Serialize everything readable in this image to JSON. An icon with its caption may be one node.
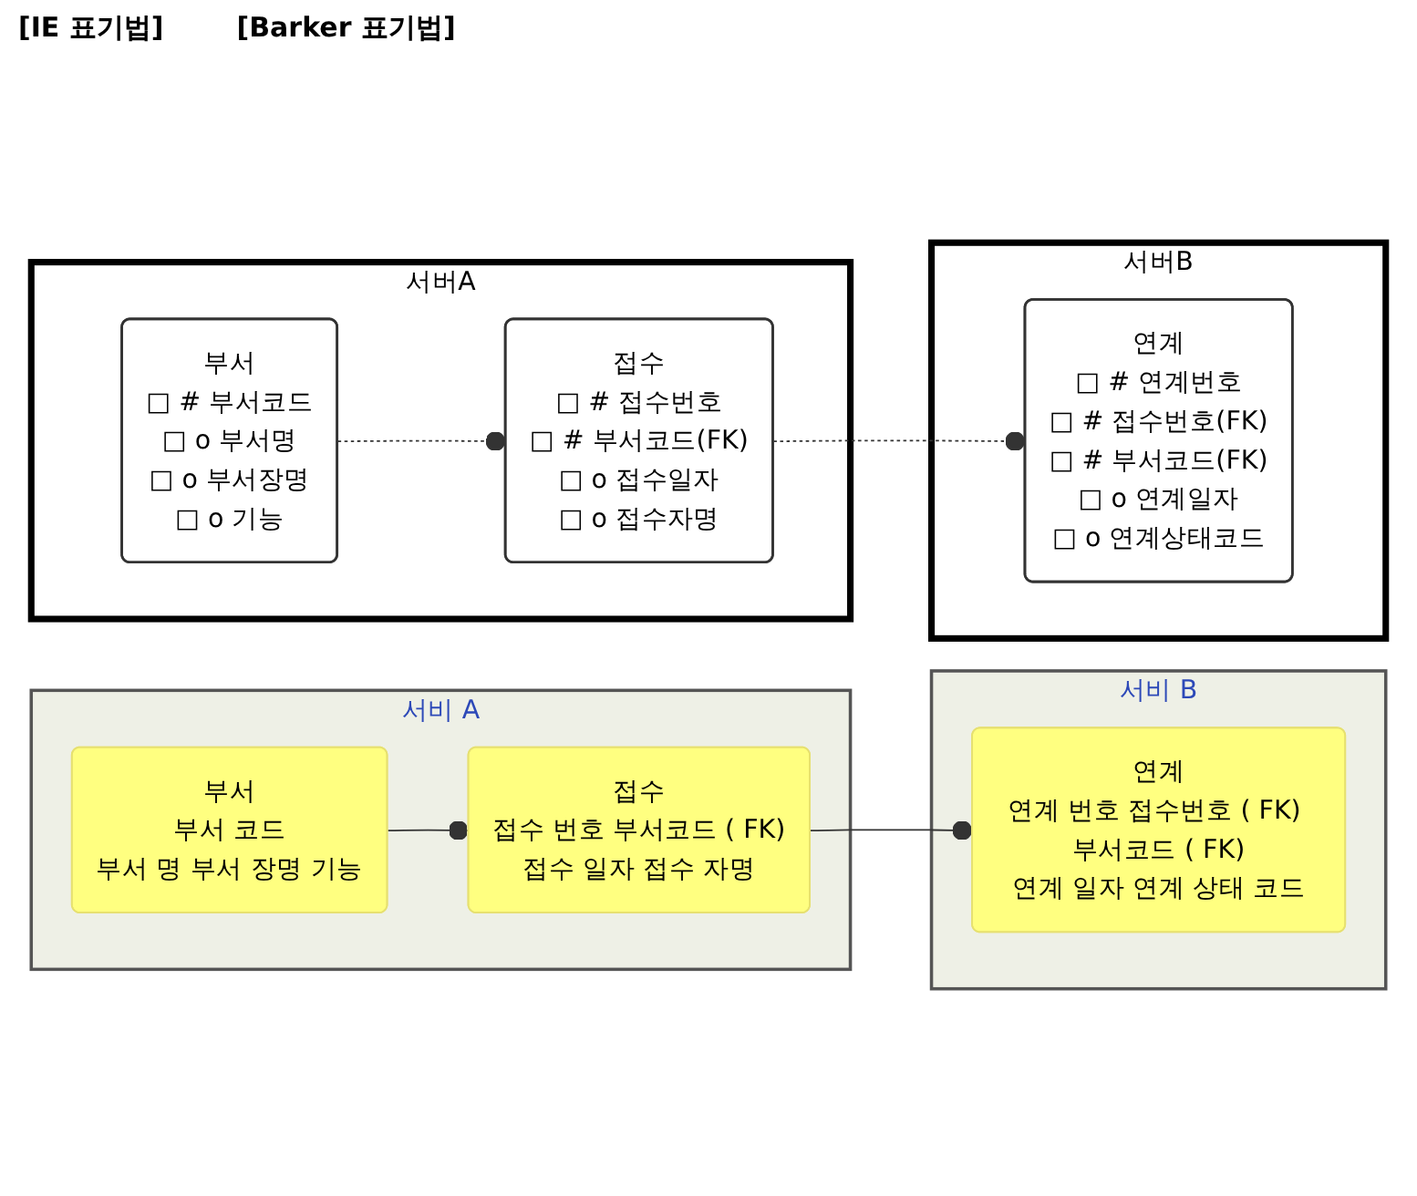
{
  "diagram": {
    "nodes": [
      {
        "text": [
          "서비 A"
        ]
      },
      {
        "text": [
          "부서",
          "부서 코드",
          "부서 명 부서 장명 기능"
        ],
        "in": 0
      },
      {
        "text": [
          "접수",
          "접수 번호 부서코드 ( FK)",
          "접수 일자 접수 자명"
        ],
        "in": 0
      },
      {
        "text": [
          "서비 B"
        ]
      },
      {
        "text": [
          "연계",
          "연계 번호 접수번호 ( FK) 부서코드 ( FK)",
          "연계 일자 연계 상태 코드"
        ],
        "in": 3
      },
      {
        "text": [
          "서버A"
        ]
      },
      {
        "text": [
          "부서",
          "□ # 부서코드",
          "□ o 부서명",
          "□ o 부서장명",
          "□ o 기능"
        ],
        "in": 5
      },
      {
        "text": [
          "접수",
          "□ # 접수번호",
          "□ # 부서코드(FK)",
          "□ o 접수일자",
          "□ o 접수자명"
        ],
        "in": 5
      },
      {
        "text": [
          "서버B"
        ]
      },
      {
        "text": [
          "연계",
          "□ # 연계번호",
          "□ # 접수번호(FK)",
          "□ # 부서코드(FK)",
          "□ o 연계일자",
          "□ o 연계상태코드"
        ],
        "in": 8
      }
    ],
    "edges": [
      {
        "from": 1,
        "to": 2,
        "arrow": "other"
      },
      {
        "from": 2,
        "to": 4,
        "arrow": "other"
      },
      {
        "from": 6,
        "to": 7,
        "arrow": "other",
        "style": "dashed"
      },
      {
        "from": 7,
        "to": 9,
        "arrow": "other",
        "style": "dashed"
      }
    ],
    "labels": [
      "[IE 표기법]",
      "[Barker 표기법]"
    ]
  }
}
